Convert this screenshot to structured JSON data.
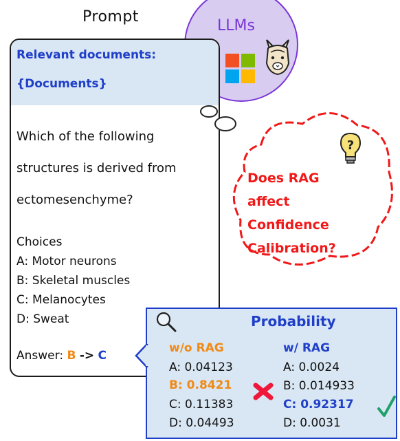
{
  "prompt": {
    "title": "Prompt",
    "relevant_docs_label": "Relevant documents:",
    "docs_placeholder": "{Documents}",
    "question_lines": [
      "Which of the following",
      "structures is derived from",
      "ectomesenchyme?"
    ],
    "choices_label": "Choices",
    "choices": [
      "A: Motor neurons",
      "B: Skeletal muscles",
      "C: Melanocytes",
      "D: Sweat"
    ],
    "answer_label": "Answer:",
    "answer_from": "B",
    "answer_arrow": "->",
    "answer_to": "C"
  },
  "llms": {
    "title": "LLMs",
    "icons": [
      "microsoft-logo-icon",
      "llama-icon"
    ]
  },
  "thought": {
    "icon": "lightbulb-question-icon",
    "lines": [
      "Does RAG",
      "affect",
      "Confidence",
      "Calibration?"
    ]
  },
  "probability": {
    "icon": "magnifier-icon",
    "title": "Probability",
    "without_rag": {
      "label": "w/o RAG",
      "rows": [
        "A: 0.04123",
        "B: 0.8421",
        "C: 0.11383",
        "D: 0.04493"
      ]
    },
    "with_rag": {
      "label": "w/ RAG",
      "rows": [
        "A: 0.0024",
        "B: 0.014933",
        "C: 0.92317",
        "D: 0.0031"
      ]
    },
    "wrong_icon": "cross-mark-icon",
    "right_icon": "check-mark-icon"
  },
  "colors": {
    "blue": "#1f3fc8",
    "orange": "#f08a16",
    "red": "#f01818",
    "purple": "#7b35d8",
    "panel_bg": "#d9e7f4",
    "green": "#22a06b"
  }
}
